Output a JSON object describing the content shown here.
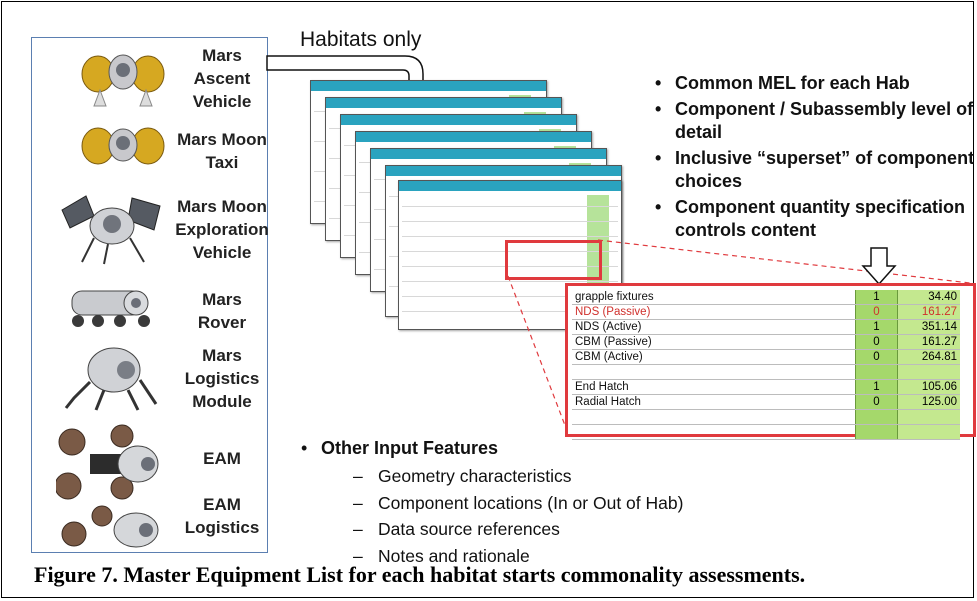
{
  "vehicles": [
    {
      "label": "Mars\nAscent\nVehicle",
      "icon": "mars-ascent-vehicle-icon"
    },
    {
      "label": "Mars Moon\nTaxi",
      "icon": "mars-moon-taxi-icon"
    },
    {
      "label": "Mars Moon\nExploration\nVehicle",
      "icon": "exploration-vehicle-icon"
    },
    {
      "label": "Mars\nRover",
      "icon": "mars-rover-icon"
    },
    {
      "label": "Mars\nLogistics\nModule",
      "icon": "logistics-module-icon"
    },
    {
      "label": "EAM",
      "icon": "eam-icon"
    },
    {
      "label": "EAM\nLogistics",
      "icon": "eam-logistics-icon"
    }
  ],
  "habitats_label": "Habitats only",
  "bullets": [
    "Common MEL for each Hab",
    "Component / Subassembly level of detail",
    "Inclusive “superset” of component choices",
    "Component quantity specification controls content"
  ],
  "zoom_table": [
    {
      "name": "grapple fixtures",
      "qty": "1",
      "value": "34.40"
    },
    {
      "name": "NDS (Passive)",
      "qty": "0",
      "value": "161.27",
      "highlight": true
    },
    {
      "name": "NDS (Active)",
      "qty": "1",
      "value": "351.14"
    },
    {
      "name": "CBM (Passive)",
      "qty": "0",
      "value": "161.27"
    },
    {
      "name": "CBM (Active)",
      "qty": "0",
      "value": "264.81"
    },
    {
      "name": "",
      "qty": "",
      "value": ""
    },
    {
      "name": "End Hatch",
      "qty": "1",
      "value": "105.06"
    },
    {
      "name": "Radial Hatch",
      "qty": "0",
      "value": "125.00"
    },
    {
      "name": "",
      "qty": "",
      "value": ""
    },
    {
      "name": "",
      "qty": "",
      "value": ""
    }
  ],
  "other_features": {
    "heading": "Other Input Features",
    "items": [
      "Geometry characteristics",
      "Component locations (In or Out of Hab)",
      "Data source references",
      "Notes and rationale"
    ]
  },
  "caption": "Figure 7. Master Equipment List for each habitat starts commonality assessments.",
  "colors": {
    "sheet_header": "#2aa3bf",
    "highlight_red": "#e03a3e",
    "cell_green": "#a5d86b",
    "panel_border": "#5b7fb1"
  }
}
